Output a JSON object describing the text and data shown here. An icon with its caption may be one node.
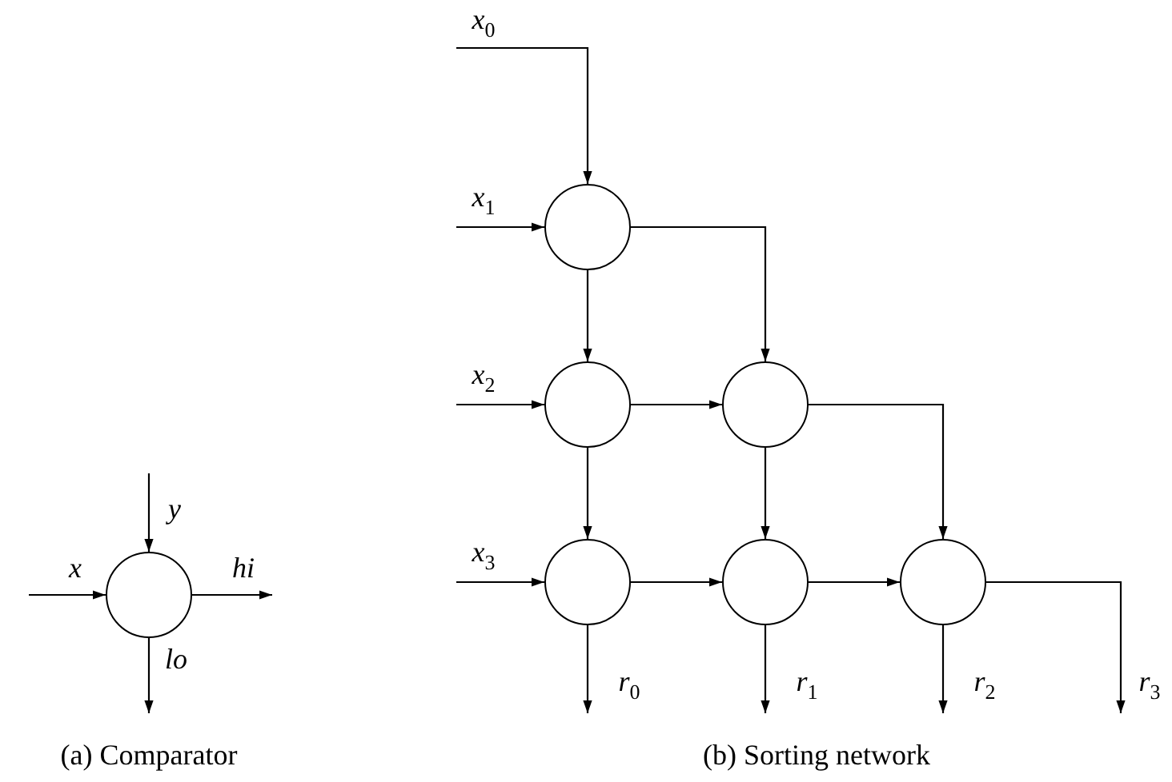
{
  "diagram": {
    "nodes": [
      {
        "text": [],
        "shape": "circle"
      },
      {
        "text": [],
        "shape": "circle"
      },
      {
        "text": [],
        "shape": "circle"
      },
      {
        "text": [],
        "shape": "circle"
      },
      {
        "text": [],
        "shape": "circle"
      },
      {
        "text": [],
        "shape": "circle"
      },
      {
        "text": [],
        "shape": "circle"
      }
    ],
    "edges": [
      {
        "from": null,
        "to": 0,
        "arrow": "to",
        "label": "x"
      },
      {
        "from": null,
        "to": 0,
        "arrow": "to",
        "label": "y"
      },
      {
        "from": 0,
        "to": null,
        "arrow": "to",
        "label": "hi"
      },
      {
        "from": 0,
        "to": null,
        "arrow": "to",
        "label": "lo"
      },
      {
        "from": null,
        "to": 1,
        "arrow": "to",
        "label": "x$_{0}$"
      },
      {
        "from": null,
        "to": 1,
        "arrow": "to",
        "label": "x$_{1}$"
      },
      {
        "from": 1,
        "to": 2,
        "arrow": "to"
      },
      {
        "from": 1,
        "to": 3,
        "arrow": "to"
      },
      {
        "from": null,
        "to": 2,
        "arrow": "to",
        "label": "x$_{2}$"
      },
      {
        "from": 2,
        "to": 3,
        "arrow": "to"
      },
      {
        "from": 2,
        "to": 4,
        "arrow": "to"
      },
      {
        "from": 3,
        "to": 5,
        "arrow": "to"
      },
      {
        "from": 3,
        "to": 6,
        "arrow": "to"
      },
      {
        "from": null,
        "to": 4,
        "arrow": "to",
        "label": "x$_{3}$"
      },
      {
        "from": 4,
        "to": 5,
        "arrow": "to"
      },
      {
        "from": 5,
        "to": 6,
        "arrow": "to"
      },
      {
        "from": 4,
        "to": null,
        "arrow": "to",
        "label": "r$_{0}$"
      },
      {
        "from": 5,
        "to": null,
        "arrow": "to",
        "label": "r$_{1}$"
      },
      {
        "from": 6,
        "to": null,
        "arrow": "to",
        "label": "r$_{2}$"
      },
      {
        "from": 6,
        "to": null,
        "arrow": "to",
        "label": "r$_{3}$"
      }
    ],
    "labels": [
      "(a) Comparator",
      "(b) Sorting network"
    ]
  }
}
